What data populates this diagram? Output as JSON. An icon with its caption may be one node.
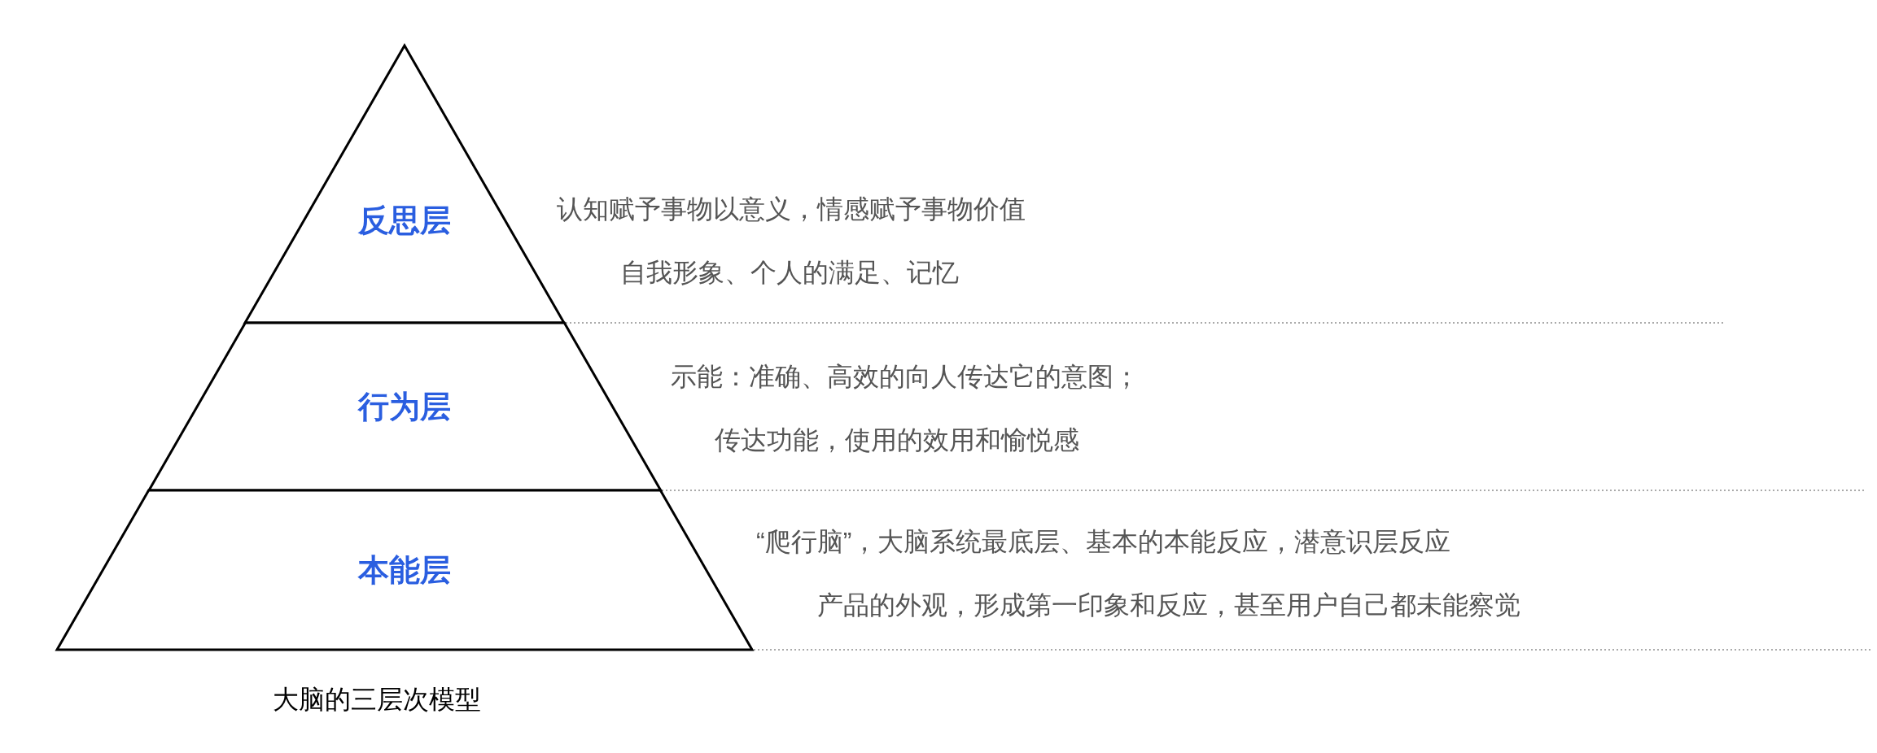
{
  "diagram": {
    "caption": "大脑的三层次模型",
    "nodes": [
      {
        "text": [
          "反思层"
        ],
        "beside": [
          "认知赋予事物以意义，情感赋予事物价值",
          "自我形象、个人的满足、记忆"
        ]
      },
      {
        "text": [
          "行为层"
        ],
        "beside": [
          "示能：准确、高效的向人传达它的意图；",
          "传达功能，使用的效用和愉悦感"
        ]
      },
      {
        "text": [
          "本能层"
        ],
        "beside": [
          "“爬行脑”，大脑系统最底层、基本的本能反应，潜意识层反应",
          "产品的外观，形成第一印象和反应，甚至用户自己都未能察觉"
        ]
      }
    ]
  }
}
